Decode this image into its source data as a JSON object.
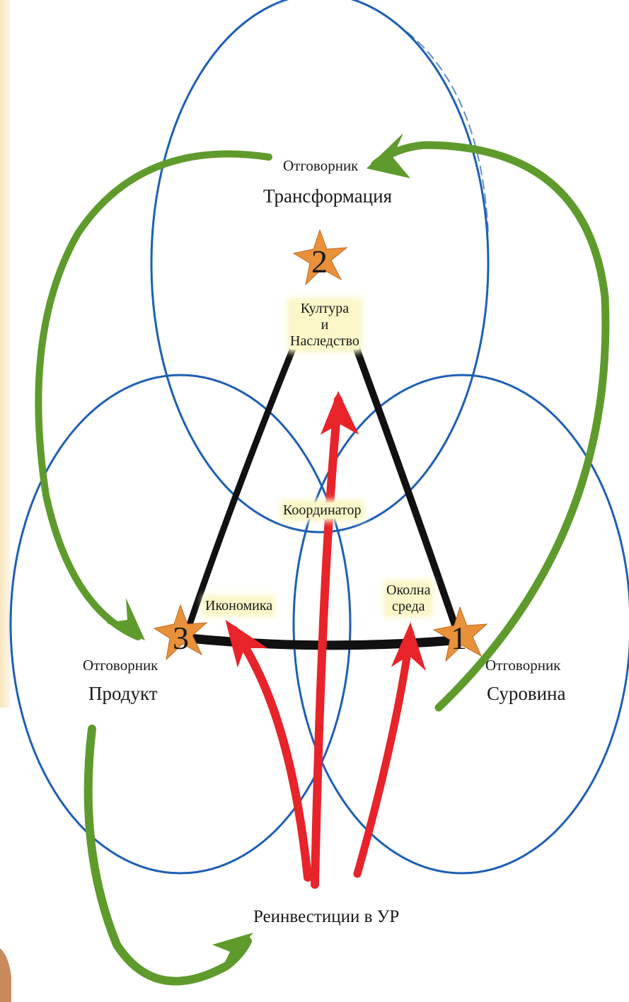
{
  "labels": {
    "transform_small": "Отговорник",
    "transform_big": "Трансформация",
    "culture": "Култура\nи\nНаследство",
    "coordinator": "Координатор",
    "economy": "Икономика",
    "environment": "Околна\nсреда",
    "product_small": "Отговорник",
    "product_big": "Продукт",
    "raw_small": "Отговорник",
    "raw_big": "Суровина",
    "reinvest": "Реинвестиции в УР"
  },
  "numbers": {
    "n1": "1",
    "n2": "2",
    "n3": "3"
  },
  "colors": {
    "circle": "#1f5fb4",
    "triangle": "#111111",
    "red_arrow": "#e8232a",
    "green_arrow": "#5e9b2c",
    "leaf": "#e8913a",
    "highlight": "#fbf7c9",
    "cream_panel": "#fbf1d9"
  }
}
